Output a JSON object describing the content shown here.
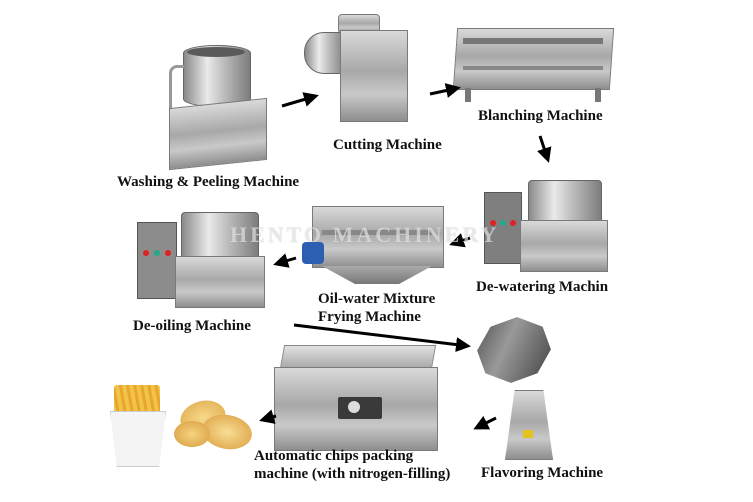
{
  "diagram": {
    "type": "process-flow",
    "watermark": "HENTO MACHINERY",
    "steps": [
      {
        "id": 1,
        "label": "Washing & Peeling Machine"
      },
      {
        "id": 2,
        "label": "Cutting Machine"
      },
      {
        "id": 3,
        "label": "Blanching Machine"
      },
      {
        "id": 4,
        "label": "De-watering Machin"
      },
      {
        "id": 5,
        "label_line1": "Oil-water Mixture",
        "label_line2": "Frying Machine"
      },
      {
        "id": 6,
        "label": "De-oiling Machine"
      },
      {
        "id": 7,
        "label": "Flavoring Machine"
      },
      {
        "id": 8,
        "label_line1": "Automatic chips packing",
        "label_line2": "machine (with nitrogen-filling)"
      }
    ],
    "products": [
      "french-fries",
      "potato-chips"
    ],
    "flow": [
      "1->2",
      "2->3",
      "3->4",
      "4->5",
      "5->6",
      "6->7",
      "7->8",
      "8->products"
    ]
  }
}
